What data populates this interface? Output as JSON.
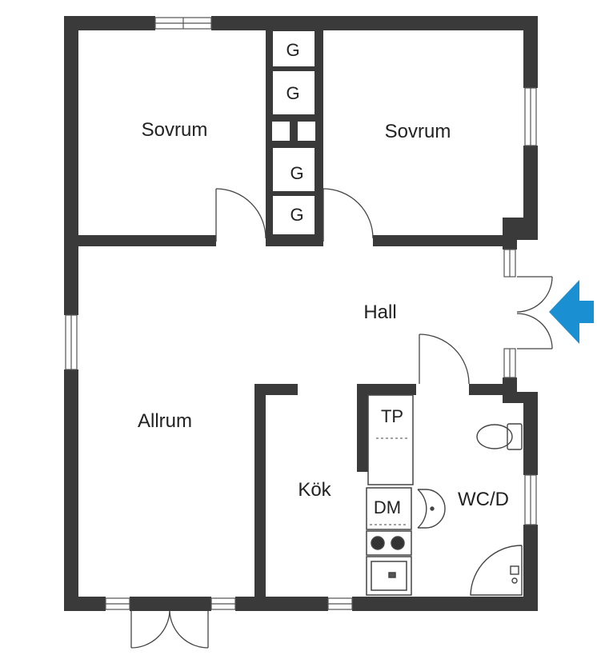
{
  "rooms": {
    "sovrum_west": "Sovrum",
    "sovrum_east": "Sovrum",
    "hall": "Hall",
    "allrum": "Allrum",
    "kok": "Kök",
    "wc": "WC/D"
  },
  "closets": {
    "g1": "G",
    "g2": "G",
    "g3": "G",
    "g4": "G"
  },
  "appliances": {
    "tp": "TP",
    "dm": "DM"
  },
  "entrance": {
    "arrow_icon": "entrance-arrow-icon",
    "arrow_color": "#1a8fd1"
  },
  "colors": {
    "wall": "#3a3a3a",
    "fixture_line": "#555555",
    "background": "#ffffff"
  }
}
